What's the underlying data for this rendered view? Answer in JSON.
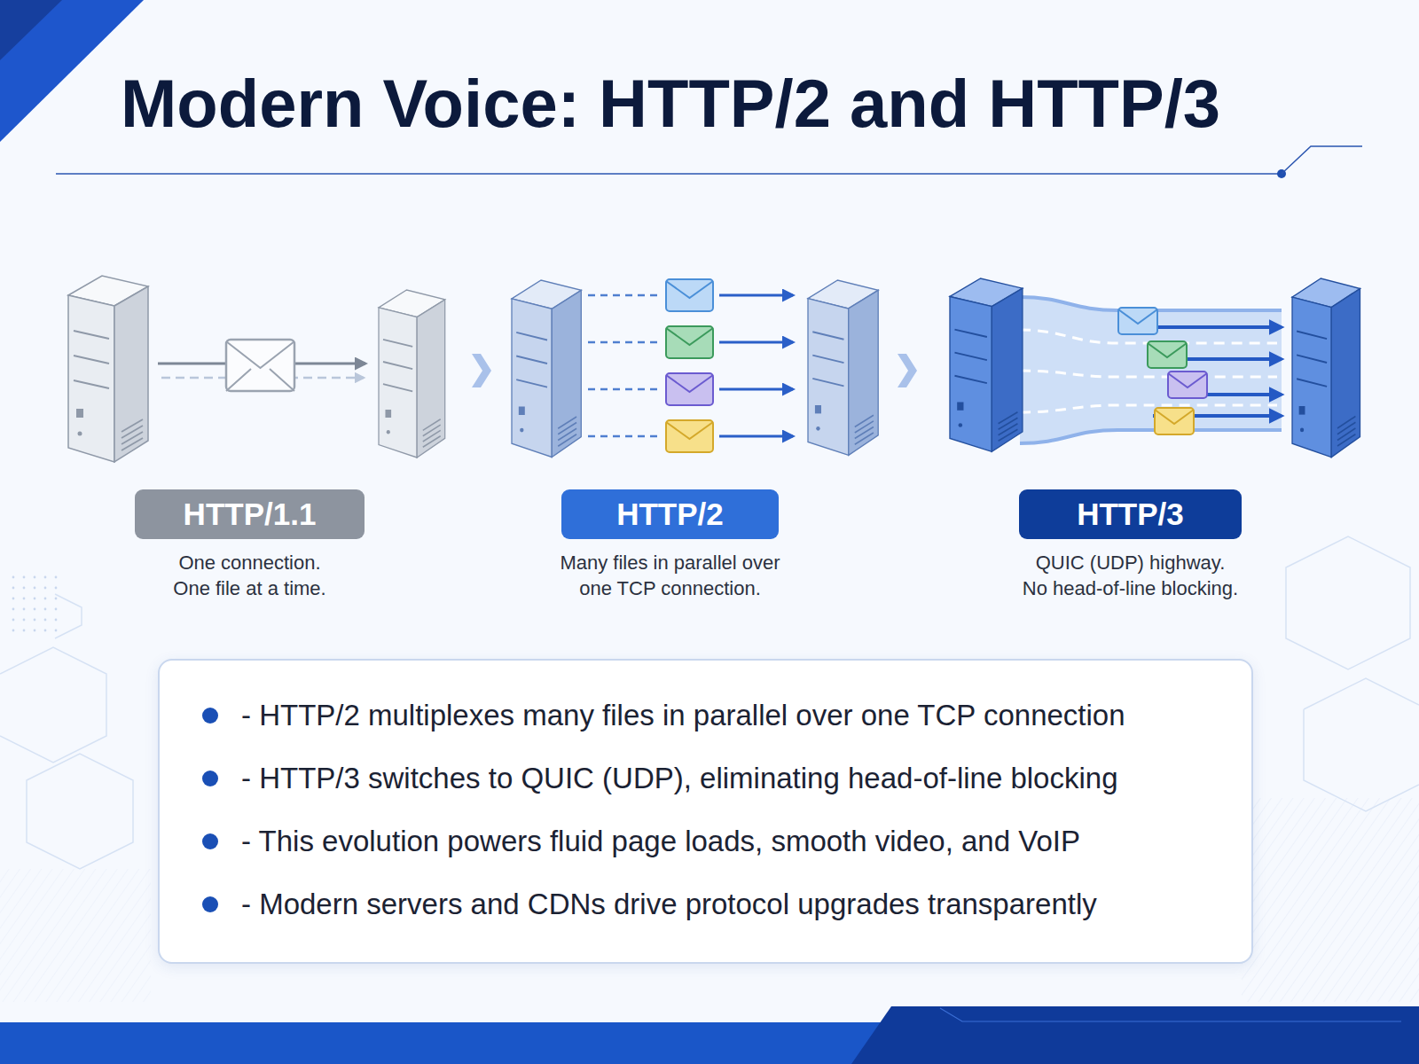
{
  "diagram": {
    "title": "Modern Voice: HTTP/2 and HTTP/3",
    "nodes": [
      {
        "text": [
          "HTTP/1.1",
          "One connection. One file at a time."
        ]
      },
      {
        "text": [
          "HTTP/2",
          "Many files in parallel over one TCP connection."
        ]
      },
      {
        "text": [
          "HTTP/3",
          "QUIC (UDP) highway. No head-of-line blocking."
        ]
      },
      {
        "text": [
          "- HTTP/2 multiplexes many files in parallel over one TCP connection",
          "- HTTP/3 switches to QUIC (UDP), eliminating head-of-line blocking",
          "- This evolution powers fluid page loads, smooth video, and VoIP",
          "- Modern servers and CDNs drive protocol upgrades transparently"
        ]
      }
    ]
  }
}
